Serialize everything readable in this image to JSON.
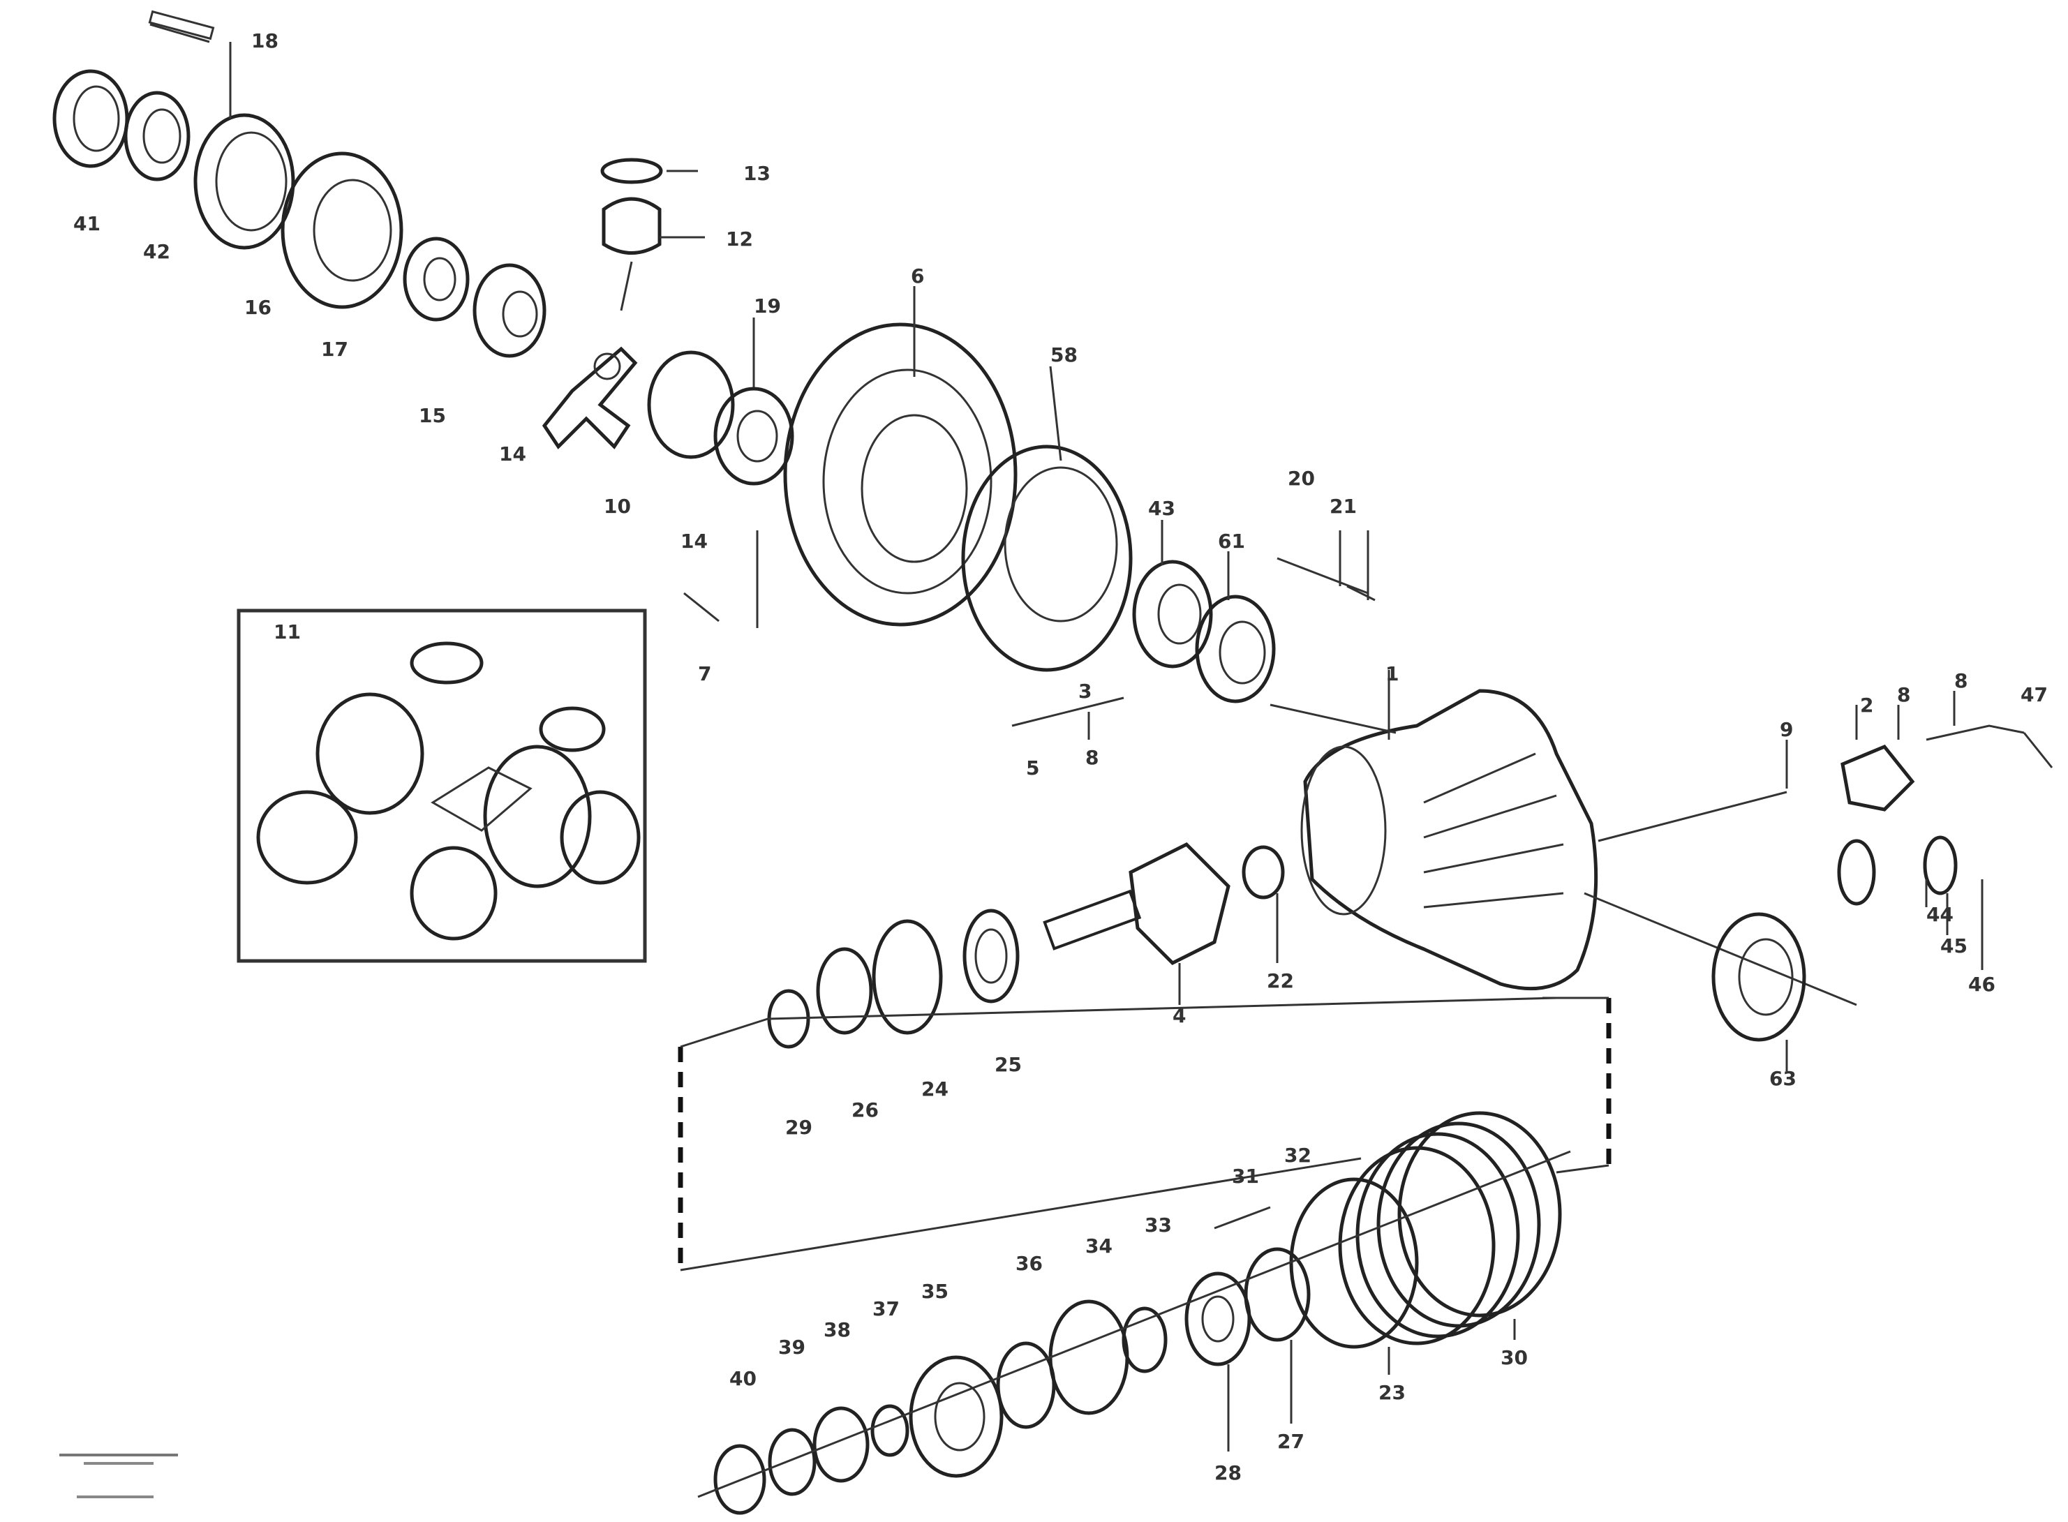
{
  "callouts": [
    {
      "id": "c18",
      "label": "18"
    },
    {
      "id": "c13",
      "label": "13"
    },
    {
      "id": "c12",
      "label": "12"
    },
    {
      "id": "c41",
      "label": "41"
    },
    {
      "id": "c42",
      "label": "42"
    },
    {
      "id": "c16",
      "label": "16"
    },
    {
      "id": "c17",
      "label": "17"
    },
    {
      "id": "c15",
      "label": "15"
    },
    {
      "id": "c14a",
      "label": "14"
    },
    {
      "id": "c10",
      "label": "10"
    },
    {
      "id": "c14b",
      "label": "14"
    },
    {
      "id": "c19",
      "label": "19"
    },
    {
      "id": "c6",
      "label": "6"
    },
    {
      "id": "c58",
      "label": "58"
    },
    {
      "id": "c7",
      "label": "7"
    },
    {
      "id": "c20",
      "label": "20"
    },
    {
      "id": "c21",
      "label": "21"
    },
    {
      "id": "c43",
      "label": "43"
    },
    {
      "id": "c61",
      "label": "61"
    },
    {
      "id": "c3",
      "label": "3"
    },
    {
      "id": "c5",
      "label": "5"
    },
    {
      "id": "c8",
      "label": "8"
    },
    {
      "id": "c1",
      "label": "1"
    },
    {
      "id": "c11",
      "label": "11"
    },
    {
      "id": "c22",
      "label": "22"
    },
    {
      "id": "c4",
      "label": "4"
    },
    {
      "id": "c25",
      "label": "25"
    },
    {
      "id": "c24",
      "label": "24"
    },
    {
      "id": "c26",
      "label": "26"
    },
    {
      "id": "c29",
      "label": "29"
    },
    {
      "id": "c9",
      "label": "9"
    },
    {
      "id": "c2",
      "label": "2"
    },
    {
      "id": "c8b",
      "label": "8"
    },
    {
      "id": "c8c",
      "label": "8"
    },
    {
      "id": "c47",
      "label": "47"
    },
    {
      "id": "c44",
      "label": "44"
    },
    {
      "id": "c45",
      "label": "45"
    },
    {
      "id": "c46",
      "label": "46"
    },
    {
      "id": "c63",
      "label": "63"
    },
    {
      "id": "c31",
      "label": "31"
    },
    {
      "id": "c32",
      "label": "32"
    },
    {
      "id": "c33",
      "label": "33"
    },
    {
      "id": "c34",
      "label": "34"
    },
    {
      "id": "c36",
      "label": "36"
    },
    {
      "id": "c35",
      "label": "35"
    },
    {
      "id": "c37",
      "label": "37"
    },
    {
      "id": "c38",
      "label": "38"
    },
    {
      "id": "c39",
      "label": "39"
    },
    {
      "id": "c40",
      "label": "40"
    },
    {
      "id": "c28",
      "label": "28"
    },
    {
      "id": "c27",
      "label": "27"
    },
    {
      "id": "c23",
      "label": "23"
    },
    {
      "id": "c30",
      "label": "30"
    }
  ],
  "footer": {
    "line1": "",
    "line2": ""
  }
}
